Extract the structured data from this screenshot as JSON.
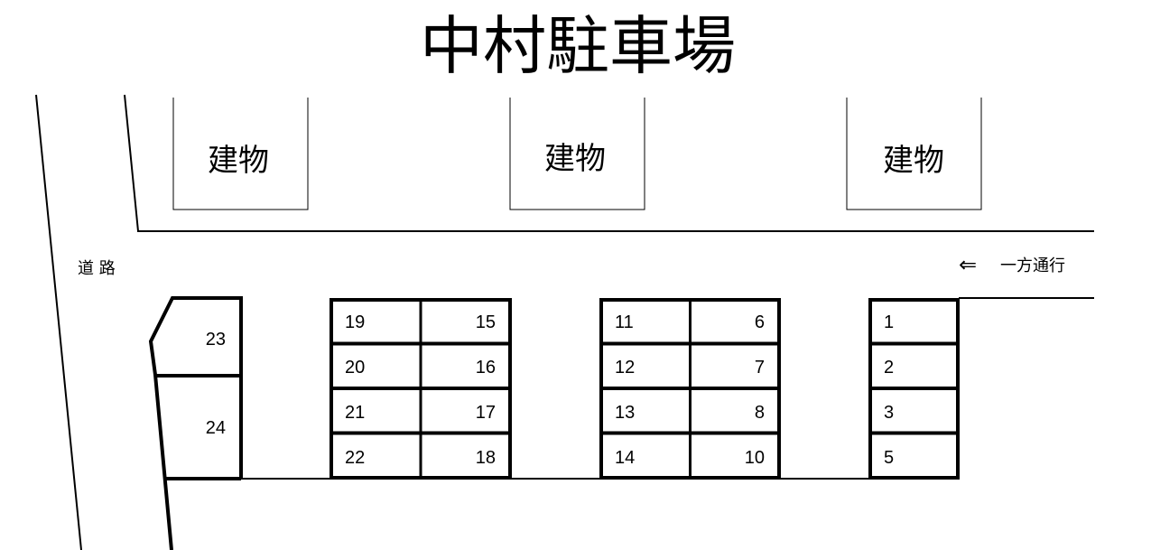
{
  "title": "中村駐車場",
  "road_label": "道 路",
  "one_way": {
    "arrow": "⇐",
    "label": "一方通行"
  },
  "buildings": [
    "建物",
    "建物",
    "建物"
  ],
  "blocks": {
    "left": [
      "23",
      "24"
    ],
    "a": {
      "left_col": [
        "19",
        "20",
        "21",
        "22"
      ],
      "right_col": [
        "15",
        "16",
        "17",
        "18"
      ]
    },
    "b": {
      "left_col": [
        "11",
        "12",
        "13",
        "14"
      ],
      "right_col": [
        "6",
        "7",
        "8",
        "10"
      ]
    },
    "c": {
      "col": [
        "1",
        "2",
        "3",
        "5"
      ]
    }
  }
}
